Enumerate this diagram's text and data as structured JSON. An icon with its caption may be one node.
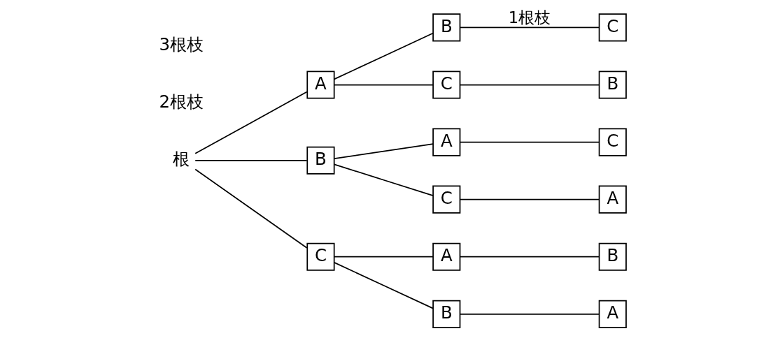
{
  "diagram": {
    "nodes": [
      {
        "text": [
          "根"
        ]
      },
      {
        "text": [
          "A"
        ]
      },
      {
        "text": [
          "B"
        ]
      },
      {
        "text": [
          "C"
        ]
      },
      {
        "text": [
          "C"
        ]
      },
      {
        "text": [
          "B"
        ]
      },
      {
        "text": [
          "B"
        ]
      },
      {
        "text": [
          "A"
        ]
      },
      {
        "text": [
          "C"
        ]
      },
      {
        "text": [
          "C"
        ]
      },
      {
        "text": [
          "A"
        ]
      },
      {
        "text": [
          "C"
        ]
      },
      {
        "text": [
          "A"
        ]
      },
      {
        "text": [
          "B"
        ]
      },
      {
        "text": [
          "B"
        ]
      },
      {
        "text": [
          "A"
        ]
      }
    ],
    "edges": [
      {
        "from": 0,
        "to": 1,
        "arrow": "none"
      },
      {
        "from": 0,
        "to": 6,
        "arrow": "none"
      },
      {
        "from": 0,
        "to": 11,
        "arrow": "none"
      },
      {
        "from": 1,
        "to": 2,
        "arrow": "none"
      },
      {
        "from": 1,
        "to": 4,
        "arrow": "none"
      },
      {
        "from": 2,
        "to": 3,
        "arrow": "none",
        "label": "1根枝"
      },
      {
        "from": 4,
        "to": 5,
        "arrow": "none"
      },
      {
        "from": 6,
        "to": 7,
        "arrow": "none"
      },
      {
        "from": 6,
        "to": 9,
        "arrow": "none"
      },
      {
        "from": 7,
        "to": 8,
        "arrow": "none"
      },
      {
        "from": 9,
        "to": 10,
        "arrow": "none"
      },
      {
        "from": 11,
        "to": 12,
        "arrow": "none"
      },
      {
        "from": 11,
        "to": 14,
        "arrow": "none"
      },
      {
        "from": 12,
        "to": 13,
        "arrow": "none"
      },
      {
        "from": 14,
        "to": 15,
        "arrow": "none"
      }
    ],
    "labels": [
      "2根枝",
      "3根枝"
    ]
  }
}
